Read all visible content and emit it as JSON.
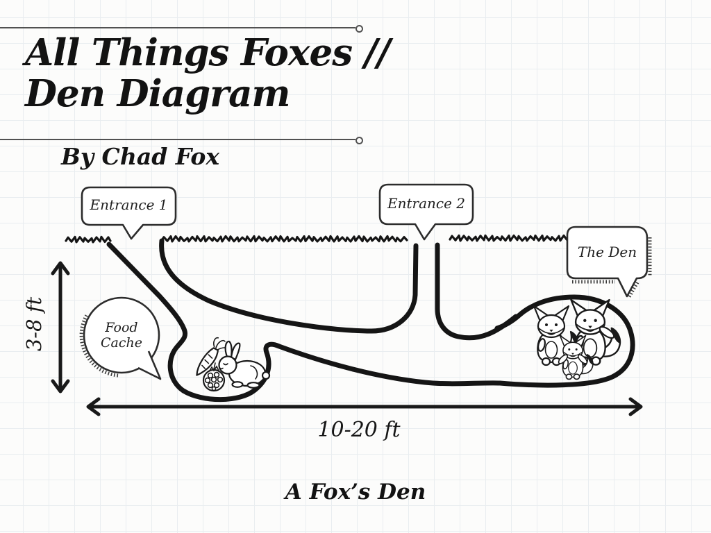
{
  "header": {
    "title_line1": "All Things Foxes //",
    "title_line2": "Den Diagram",
    "byline": "By Chad Fox"
  },
  "diagram": {
    "labels": {
      "entrance1": "Entrance 1",
      "entrance2": "Entrance 2",
      "den": "The Den",
      "food_cache": "Food Cache"
    },
    "measurements": {
      "depth": "3-8 ft",
      "length": "10-20 ft"
    },
    "caption": "A Fox’s Den",
    "icons": {
      "den_occupants": "fox-family-icon",
      "food_cache_contents": [
        "carrot-icon",
        "berry-icon",
        "rabbit-icon"
      ]
    }
  },
  "colors": {
    "ink": "#151515",
    "paper": "#fcfcfb",
    "grid_line": "#e9edf0",
    "rule": "#515151"
  }
}
